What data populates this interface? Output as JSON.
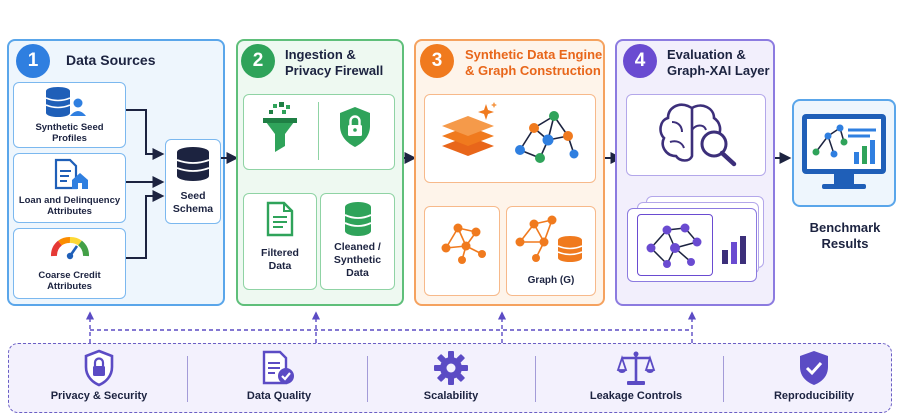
{
  "stages": [
    {
      "number": "1",
      "title": "Data Sources"
    },
    {
      "number": "2",
      "title_line1": "Ingestion &",
      "title_line2": "Privacy Firewall"
    },
    {
      "number": "3",
      "title_line1": "Synthetic Data Engine",
      "title_line2": "& Graph Construction"
    },
    {
      "number": "4",
      "title_line1": "Evaluation &",
      "title_line2": "Graph-XAI Layer"
    }
  ],
  "sources": [
    {
      "line1": "Synthetic Seed",
      "line2": "Profiles",
      "icon": "database-user-icon"
    },
    {
      "line1": "Loan and Delinquency",
      "line2": "Attributes",
      "icon": "document-home-icon"
    },
    {
      "line1": "Coarse Credit",
      "line2": "Attributes",
      "icon": "gauge-icon"
    }
  ],
  "seed_schema": {
    "line1": "Seed",
    "line2": "Schema"
  },
  "firewall": {
    "filtered_line1": "Filtered",
    "filtered_line2": "Data",
    "cleaned_line1": "Cleaned /",
    "cleaned_line2": "Synthetic",
    "cleaned_line3": "Data"
  },
  "engine": {
    "graph_label": "Graph (G)"
  },
  "output": {
    "line1": "Benchmark",
    "line2": "Results"
  },
  "bottom_items": [
    {
      "label": "Privacy & Security",
      "icon": "shield-lock-icon"
    },
    {
      "label": "Data Quality",
      "icon": "document-check-icon"
    },
    {
      "label": "Scalability",
      "icon": "gear-icon"
    },
    {
      "label": "Leakage Controls",
      "icon": "balance-scale-icon"
    },
    {
      "label": "Reproducibility",
      "icon": "badge-check-icon"
    }
  ],
  "colors": {
    "stage1": "#2f7fe0",
    "stage2": "#2fa35a",
    "stage3": "#f07a1e",
    "stage4": "#6a4bd1",
    "dark": "#1c2340",
    "bottom_accent": "#5b4bc4"
  }
}
